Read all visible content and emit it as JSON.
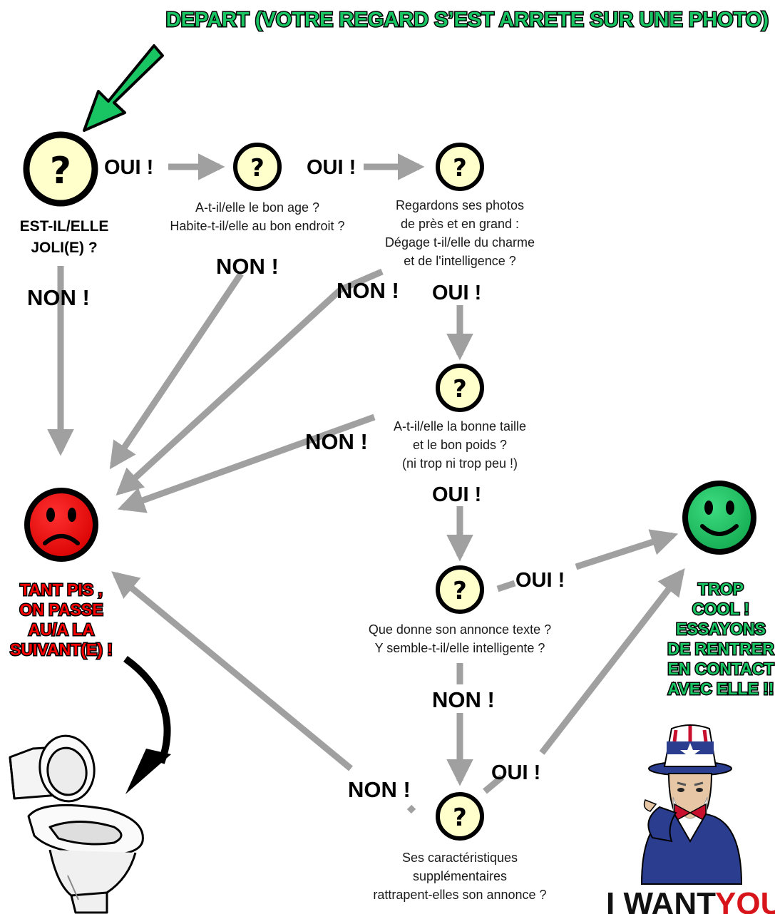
{
  "title": "DEPART (VOTRE REGARD S’EST ARRETE SUR UNE PHOTO)",
  "colors": {
    "accent_green": "#19c463",
    "sad_red": "#ff0000",
    "question_fill": "#ffffcc",
    "arrow_gray": "#a0a0a0"
  },
  "question_mark": "?",
  "start_question": {
    "line1": "EST-IL/ELLE",
    "line2": "JOLI(E) ?"
  },
  "q_age": {
    "line1": "A-t-il/elle le bon age ?",
    "line2": "Habite-t-il/elle au bon endroit ?"
  },
  "q_photos": {
    "line1": "Regardons ses photos",
    "line2": "de près et en grand :",
    "line3": "Dégage t-il/elle du charme",
    "line4": "et de l'intelligence ?"
  },
  "q_size": {
    "line1": "A-t-il/elle la bonne taille",
    "line2": "et le bon poids ?",
    "line3": "(ni trop ni trop peu !)"
  },
  "q_text": {
    "line1": "Que donne son annonce texte ?",
    "line2": "Y semble-t-il/elle intelligente ?"
  },
  "q_extra": {
    "line1": "Ses caractéristiques",
    "line2": "supplémentaires",
    "line3": "rattrapent-elles son annonce ?"
  },
  "labels": {
    "yes": "OUI !",
    "no": "NON !"
  },
  "sad_outcome": [
    "TANT PIS ,",
    "ON PASSE",
    "AU/A LA",
    "SUIVANT(E) !"
  ],
  "happy_outcome": [
    "TROP",
    "COOL !",
    "ESSAYONS",
    "DE RENTRER",
    "EN CONTACT",
    "AVEC ELLE !!"
  ],
  "poster": {
    "word1": "I WANT",
    "word2": "YOU"
  },
  "icons": {
    "sad": "sad-face-icon",
    "happy": "smiley-face-icon",
    "toilet": "toilet-icon",
    "uncle_sam": "uncle-sam-icon"
  }
}
